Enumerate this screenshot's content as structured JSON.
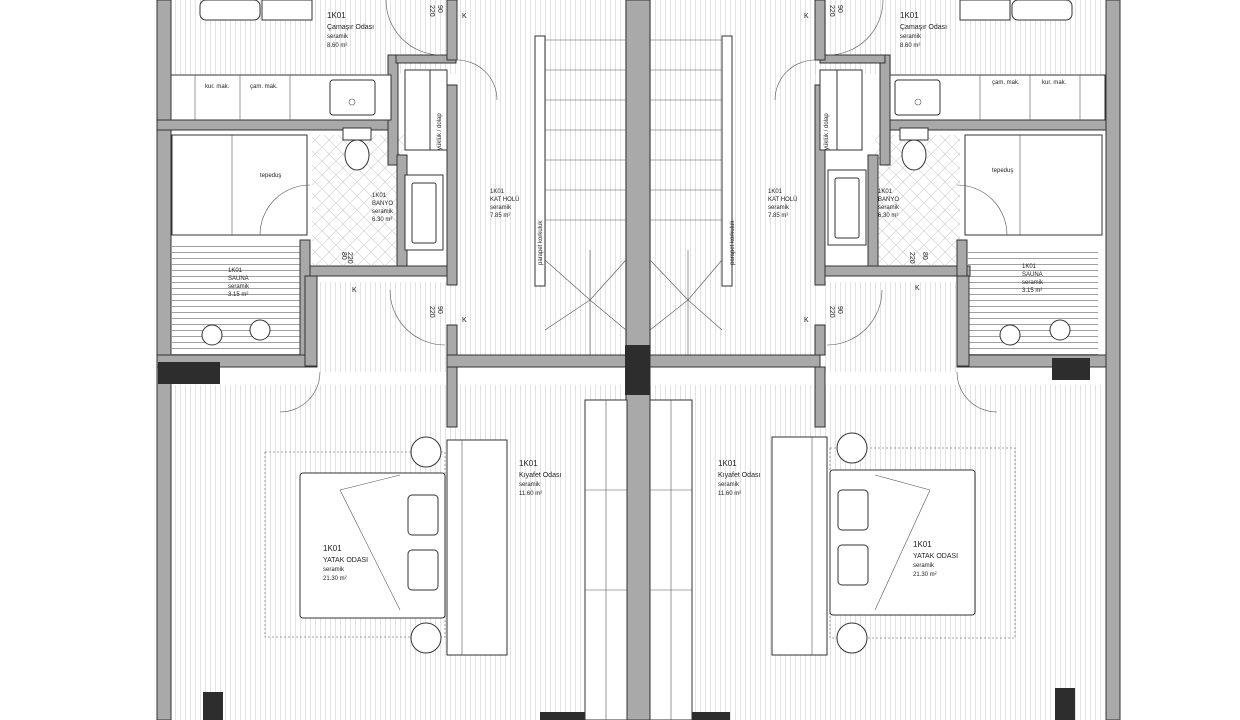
{
  "plan": {
    "colors": {
      "wall_fill": "#a9a9a9",
      "column_fill": "#2d2d2d",
      "line": "#333333",
      "floor_hatch": "#cfcfcf"
    },
    "rooms": [
      {
        "id": "laundry-left",
        "code": "1K01",
        "name": "Çamaşır Odası",
        "finish": "seramik",
        "area": "8.60 m²"
      },
      {
        "id": "laundry-right",
        "code": "1K01",
        "name": "Çamaşır Odası",
        "finish": "seramik",
        "area": "8.60 m²"
      },
      {
        "id": "bath-left",
        "code": "1K01",
        "name": "BANYO",
        "finish": "seramik",
        "area": "6.30 m²"
      },
      {
        "id": "bath-right",
        "code": "1K01",
        "name": "BANYO",
        "finish": "seramik",
        "area": "6.30 m²"
      },
      {
        "id": "hall-left",
        "code": "1K01",
        "name": "KAT HOLÜ",
        "finish": "seramik",
        "area": "7.85 m²"
      },
      {
        "id": "hall-right",
        "code": "1K01",
        "name": "KAT HOLÜ",
        "finish": "seramik",
        "area": "7.85 m²"
      },
      {
        "id": "sauna-left",
        "code": "1K01",
        "name": "SAUNA",
        "finish": "seramik",
        "area": "3.15 m²"
      },
      {
        "id": "sauna-right",
        "code": "1K01",
        "name": "SAUNA",
        "finish": "seramik",
        "area": "3.15 m²"
      },
      {
        "id": "closet-left",
        "code": "1K01",
        "name": "Kıyafet Odası",
        "finish": "seramik",
        "area": "11.60 m²"
      },
      {
        "id": "closet-right",
        "code": "1K01",
        "name": "Kıyafet Odası",
        "finish": "seramik",
        "area": "11.60 m²"
      },
      {
        "id": "bed-left",
        "code": "1K01",
        "name": "YATAK ODASI",
        "finish": "seramik",
        "area": "21.30 m²"
      },
      {
        "id": "bed-right",
        "code": "1K01",
        "name": "YATAK ODASI",
        "finish": "seramik",
        "area": "21.30 m²"
      }
    ],
    "labels": {
      "dryer": "kur. mak.",
      "washer": "çam. mak.",
      "shower": "tepeduş",
      "wardrobe": "yüklük / dolap",
      "railing": "parapet korkuluk",
      "door_height": "220",
      "door_width_90": "90",
      "door_width_80": "80",
      "marker_k": "K"
    }
  }
}
